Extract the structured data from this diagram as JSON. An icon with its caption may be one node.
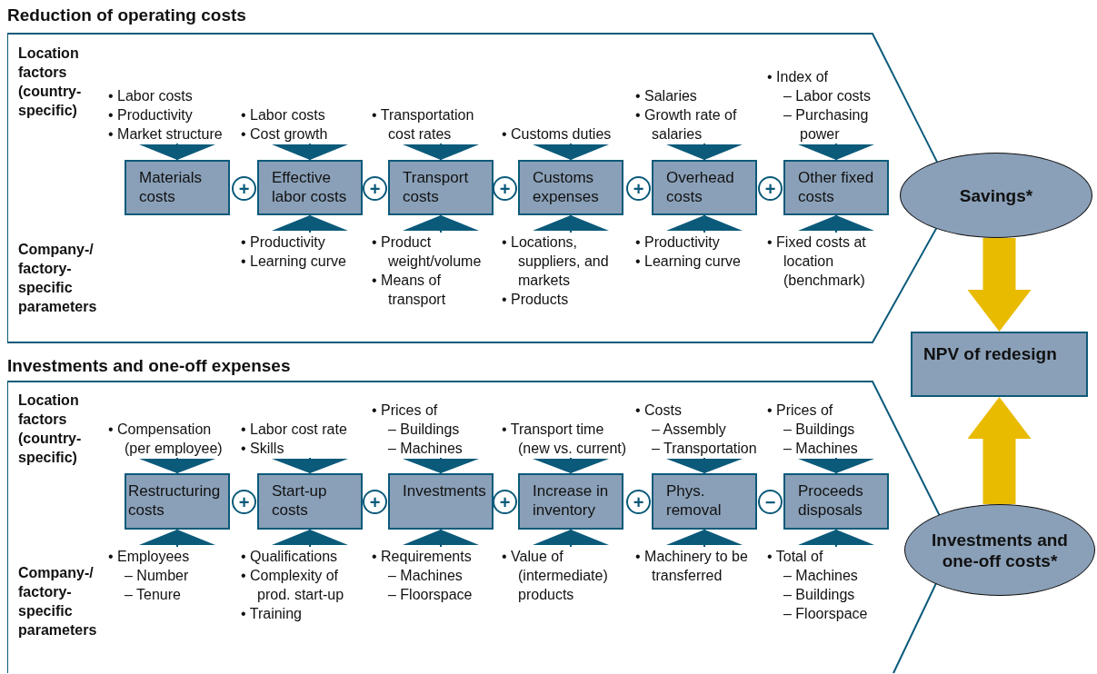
{
  "diagram": {
    "nodes": [
      {
        "text": [
          "Reduction of operating costs"
        ]
      },
      {
        "text": [
          "• Labor costs",
          "• Productivity",
          "• Market structure"
        ],
        "in": 0
      },
      {
        "text": [
          "• Labor costs",
          "• Cost growth"
        ],
        "in": 0
      },
      {
        "text": [
          "• Transportation cost rates"
        ],
        "in": 0
      },
      {
        "text": [
          "• Customs duties"
        ],
        "in": 0
      },
      {
        "text": [
          "• Salaries",
          "• Growth rate of salaries"
        ],
        "in": 0
      },
      {
        "text": [
          "• Index of",
          "– Labor costs",
          "– Purchasing power"
        ],
        "in": 0
      },
      {
        "text": [
          "Materials costs"
        ],
        "in": 0
      },
      {
        "text": [
          "Effective labor costs"
        ],
        "in": 0
      },
      {
        "text": [
          "Transport costs"
        ],
        "in": 0
      },
      {
        "text": [
          "Customs expenses"
        ],
        "in": 0
      },
      {
        "text": [
          "Overhead costs"
        ],
        "in": 0
      },
      {
        "text": [
          "Other fixed costs"
        ],
        "in": 0
      },
      {
        "text": [
          "+"
        ],
        "in": 0
      },
      {
        "text": [
          "+"
        ],
        "in": 0
      },
      {
        "text": [
          "+"
        ],
        "in": 0
      },
      {
        "text": [
          "+"
        ],
        "in": 0
      },
      {
        "text": [
          "+"
        ],
        "in": 0
      },
      {
        "text": [
          "• Productivity",
          "• Learning curve"
        ],
        "in": 0
      },
      {
        "text": [
          "• Product weight/volume",
          "• Means of transport"
        ],
        "in": 0
      },
      {
        "text": [
          "• Locations, suppliers, and markets",
          "• Products"
        ],
        "in": 0
      },
      {
        "text": [
          "• Productivity",
          "• Learning curve"
        ],
        "in": 0
      },
      {
        "text": [
          "• Fixed costs at location (benchmark)"
        ],
        "in": 0
      },
      {
        "text": [
          "Savings*"
        ]
      },
      {
        "text": [
          "NPV of redesign"
        ]
      },
      {
        "text": [
          "Investments and one-off expenses"
        ]
      },
      {
        "text": [
          "• Compensation (per employee)"
        ],
        "in": 25
      },
      {
        "text": [
          "• Labor cost rate",
          "• Skills"
        ],
        "in": 25
      },
      {
        "text": [
          "• Prices of",
          "– Buildings",
          "– Machines"
        ],
        "in": 25
      },
      {
        "text": [
          "• Transport time (new vs. current)"
        ],
        "in": 25
      },
      {
        "text": [
          "• Costs",
          "– Assembly",
          "– Transportation"
        ],
        "in": 25
      },
      {
        "text": [
          "• Prices of",
          "– Buildings",
          "– Machines"
        ],
        "in": 25
      },
      {
        "text": [
          "Restructuring costs"
        ],
        "in": 25
      },
      {
        "text": [
          "Start-up costs"
        ],
        "in": 25
      },
      {
        "text": [
          "Investments"
        ],
        "in": 25
      },
      {
        "text": [
          "Increase in inventory"
        ],
        "in": 25
      },
      {
        "text": [
          "Phys. removal"
        ],
        "in": 25
      },
      {
        "text": [
          "Proceeds disposals"
        ],
        "in": 25
      },
      {
        "text": [
          "+"
        ],
        "in": 25
      },
      {
        "text": [
          "+"
        ],
        "in": 25
      },
      {
        "text": [
          "+"
        ],
        "in": 25
      },
      {
        "text": [
          "+"
        ],
        "in": 25
      },
      {
        "text": [
          "−"
        ],
        "in": 25
      },
      {
        "text": [
          "• Employees",
          "– Number",
          "– Tenure"
        ],
        "in": 25
      },
      {
        "text": [
          "• Qualifications",
          "• Complexity of prod. start-up",
          "• Training"
        ],
        "in": 25
      },
      {
        "text": [
          "• Requirements",
          "– Machines",
          "– Floorspace"
        ],
        "in": 25
      },
      {
        "text": [
          "• Value of (intermediate) products"
        ],
        "in": 25
      },
      {
        "text": [
          "• Machinery to be transferred"
        ],
        "in": 25
      },
      {
        "text": [
          "• Total of",
          "– Machines",
          "– Buildings",
          "– Floorspace"
        ],
        "in": 25
      },
      {
        "text": [
          "Investments and one-off costs*"
        ]
      }
    ],
    "edges": [
      {
        "from": 1,
        "to": 7,
        "arrow": "to"
      },
      {
        "from": 2,
        "to": 8,
        "arrow": "to"
      },
      {
        "from": 3,
        "to": 9,
        "arrow": "to"
      },
      {
        "from": 4,
        "to": 10,
        "arrow": "to"
      },
      {
        "from": 5,
        "to": 11,
        "arrow": "to"
      },
      {
        "from": 6,
        "to": 12,
        "arrow": "to"
      },
      {
        "from": 18,
        "to": 8,
        "arrow": "to"
      },
      {
        "from": 19,
        "to": 9,
        "arrow": "to"
      },
      {
        "from": 20,
        "to": 10,
        "arrow": "to"
      },
      {
        "from": 21,
        "to": 11,
        "arrow": "to"
      },
      {
        "from": 22,
        "to": 12,
        "arrow": "to"
      },
      {
        "from": 23,
        "to": 24,
        "arrow": "to",
        "style": "thick",
        "color": "#e9bb00"
      },
      {
        "from": 26,
        "to": 32,
        "arrow": "to"
      },
      {
        "from": 27,
        "to": 33,
        "arrow": "to"
      },
      {
        "from": 28,
        "to": 34,
        "arrow": "to"
      },
      {
        "from": 29,
        "to": 35,
        "arrow": "to"
      },
      {
        "from": 30,
        "to": 36,
        "arrow": "to"
      },
      {
        "from": 31,
        "to": 37,
        "arrow": "to"
      },
      {
        "from": 43,
        "to": 32,
        "arrow": "to"
      },
      {
        "from": 44,
        "to": 33,
        "arrow": "to"
      },
      {
        "from": 45,
        "to": 34,
        "arrow": "to"
      },
      {
        "from": 46,
        "to": 35,
        "arrow": "to"
      },
      {
        "from": 47,
        "to": 36,
        "arrow": "to"
      },
      {
        "from": 48,
        "to": 37,
        "arrow": "to"
      },
      {
        "from": 49,
        "to": 24,
        "arrow": "to",
        "style": "thick",
        "color": "#e9bb00"
      }
    ],
    "labels": [
      "Location factors (country-specific)",
      "Company-/factory-specific parameters",
      "Location factors (country-specific)",
      "Company-/factory-specific parameters"
    ]
  }
}
